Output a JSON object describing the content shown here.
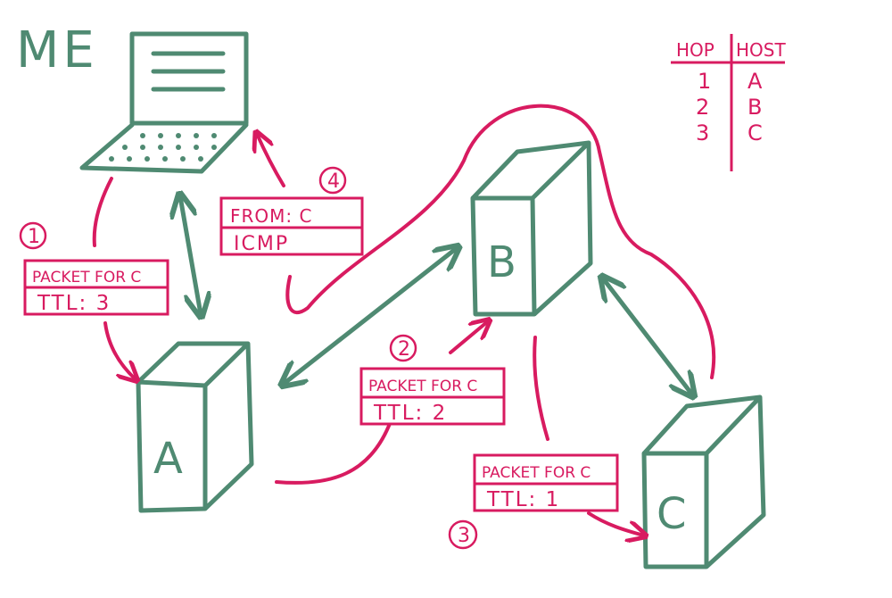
{
  "colors": {
    "green": "#4f8a72",
    "pink": "#d81b60",
    "background": "#ffffff"
  },
  "me_label": "ME",
  "hosts": {
    "a": "A",
    "b": "B",
    "c": "C"
  },
  "steps": {
    "s1": "1",
    "s2": "2",
    "s3": "3",
    "s4": "4"
  },
  "packets": {
    "p1": {
      "title": "PACKET FOR C",
      "ttl": "TTL: 3"
    },
    "p2": {
      "title": "PACKET FOR C",
      "ttl": "TTL: 2"
    },
    "p3": {
      "title": "PACKET FOR C",
      "ttl": "TTL: 1"
    },
    "reply": {
      "from": "FROM: C",
      "type": "ICMP"
    }
  },
  "hop_table": {
    "headers": [
      "HOP",
      "HOST"
    ],
    "rows": [
      [
        "1",
        "A"
      ],
      [
        "2",
        "B"
      ],
      [
        "3",
        "C"
      ]
    ]
  }
}
